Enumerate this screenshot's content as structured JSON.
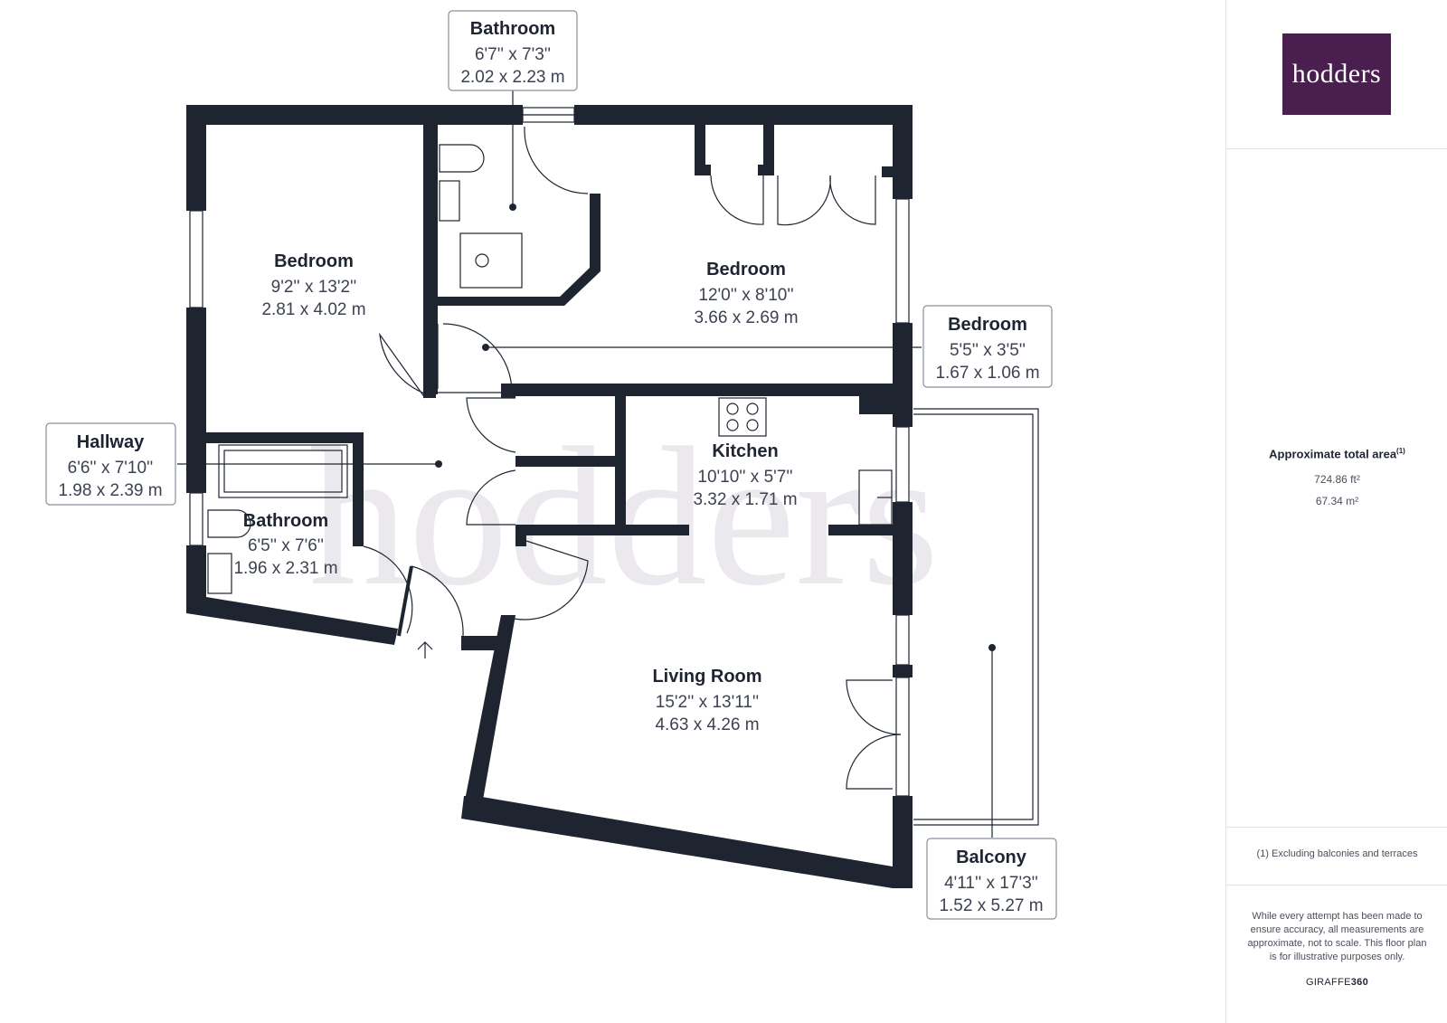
{
  "watermark": "hodders",
  "rooms": [
    {
      "id": "bathroom-top",
      "name": "Bathroom",
      "imperial": "6'7'' x 7'3''",
      "metric": "2.02 x 2.23 m"
    },
    {
      "id": "bedroom-left",
      "name": "Bedroom",
      "imperial": "9'2'' x 13'2''",
      "metric": "2.81 x 4.02 m"
    },
    {
      "id": "bedroom-main",
      "name": "Bedroom",
      "imperial": "12'0'' x 8'10''",
      "metric": "3.66 x 2.69 m"
    },
    {
      "id": "bedroom-small",
      "name": "Bedroom",
      "imperial": "5'5'' x 3'5''",
      "metric": "1.67 x 1.06 m"
    },
    {
      "id": "hallway",
      "name": "Hallway",
      "imperial": "6'6'' x 7'10''",
      "metric": "1.98 x 2.39 m"
    },
    {
      "id": "kitchen",
      "name": "Kitchen",
      "imperial": "10'10'' x 5'7''",
      "metric": "3.32 x 1.71 m"
    },
    {
      "id": "bathroom-bottom",
      "name": "Bathroom",
      "imperial": "6'5'' x 7'6''",
      "metric": "1.96 x 2.31 m"
    },
    {
      "id": "living-room",
      "name": "Living Room",
      "imperial": "15'2'' x 13'11''",
      "metric": "4.63 x 4.26 m"
    },
    {
      "id": "balcony",
      "name": "Balcony",
      "imperial": "4'11'' x 17'3''",
      "metric": "1.52 x 5.27 m"
    }
  ],
  "sidebar": {
    "logo": "hodders",
    "area_label": "Approximate total area",
    "area_note_marker": "(1)",
    "area_sqft": "724.86 ft²",
    "area_sqm": "67.34 m²",
    "footnote": "(1) Excluding balconies and terraces",
    "disclaimer": "While every attempt has been made to ensure accuracy, all measurements are approximate, not to scale. This floor plan is for illustrative purposes only.",
    "brand_prefix": "GIRAFFE",
    "brand_suffix": "360"
  },
  "colors": {
    "wall": "#1e2530",
    "logo_bg": "#4a1f4f",
    "watermark": "#ebe8ee"
  }
}
